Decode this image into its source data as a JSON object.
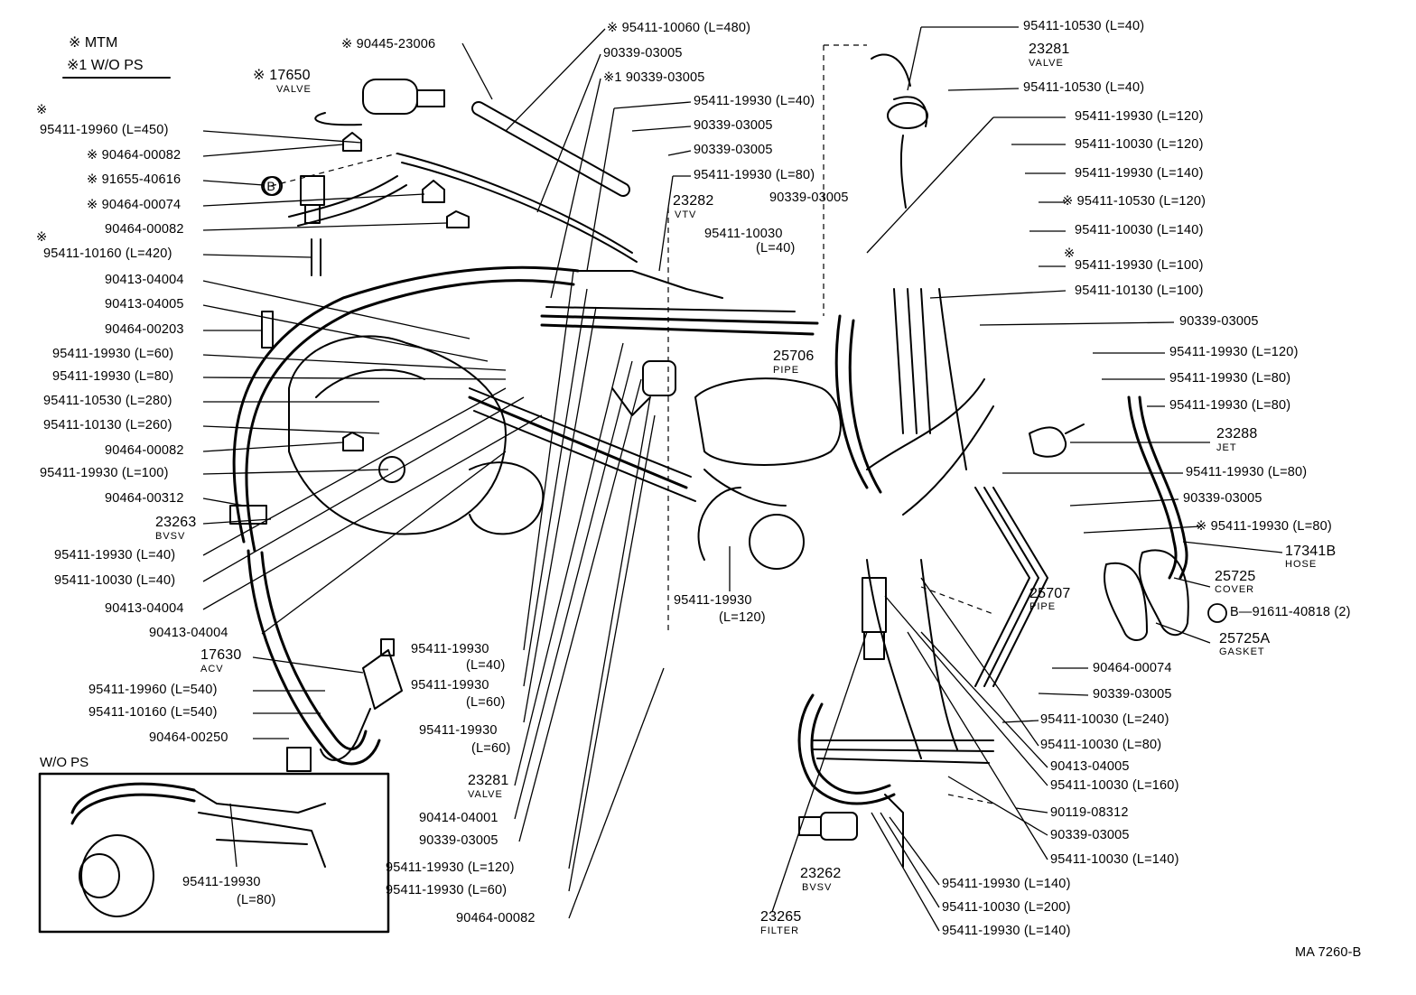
{
  "legend": {
    "mtm": "※  MTM",
    "wops": "※1  W/O PS"
  },
  "inset": {
    "title": "W/O PS",
    "part": "95411-19930",
    "length": "(L=80)"
  },
  "footer": {
    "ref": "MA 7260-B"
  },
  "b_marker": "B",
  "labels": [
    {
      "id": "l01",
      "text": "※ 95411-10060 (L=480)"
    },
    {
      "id": "l02",
      "text": "※ 90445-23006"
    },
    {
      "id": "l03",
      "text": "90339-03005"
    },
    {
      "id": "l04",
      "text": "※1 90339-03005"
    },
    {
      "id": "l05",
      "text": "95411-19930 (L=40)"
    },
    {
      "id": "l06",
      "text": "90339-03005"
    },
    {
      "id": "l07",
      "text": "90339-03005"
    },
    {
      "id": "l08",
      "text": "95411-19930 (L=80)"
    },
    {
      "id": "l09",
      "text": "90339-03005"
    },
    {
      "id": "l10",
      "text": "95411-10030"
    },
    {
      "id": "l11",
      "text": "(L=40)"
    },
    {
      "id": "l12",
      "text": "95411-10530 (L=40)"
    },
    {
      "id": "l13",
      "text": "95411-10530 (L=40)"
    },
    {
      "id": "l14",
      "text": "95411-19930 (L=120)"
    },
    {
      "id": "l15",
      "text": "95411-10030 (L=120)"
    },
    {
      "id": "l16",
      "text": "95411-19930 (L=140)"
    },
    {
      "id": "l17",
      "text": "※ 95411-10530 (L=120)"
    },
    {
      "id": "l18",
      "text": "95411-10030 (L=140)"
    },
    {
      "id": "l19",
      "text": "※"
    },
    {
      "id": "l20",
      "text": "95411-19930 (L=100)"
    },
    {
      "id": "l21",
      "text": "95411-10130 (L=100)"
    },
    {
      "id": "l22",
      "text": "90339-03005"
    },
    {
      "id": "l23",
      "text": "95411-19930 (L=120)"
    },
    {
      "id": "l24",
      "text": "95411-19930 (L=80)"
    },
    {
      "id": "l25",
      "text": "95411-19930 (L=80)"
    },
    {
      "id": "l26",
      "text": "95411-19930 (L=80)"
    },
    {
      "id": "l27",
      "text": "90339-03005"
    },
    {
      "id": "l28",
      "text": "※ 95411-19930 (L=80)"
    },
    {
      "id": "l29",
      "text": "B—91611-40818 (2)"
    },
    {
      "id": "l30",
      "text": "90464-00074"
    },
    {
      "id": "l31",
      "text": "90339-03005"
    },
    {
      "id": "l32",
      "text": "95411-10030 (L=240)"
    },
    {
      "id": "l33",
      "text": "95411-10030 (L=80)"
    },
    {
      "id": "l34",
      "text": "90413-04005"
    },
    {
      "id": "l35",
      "text": "95411-10030 (L=160)"
    },
    {
      "id": "l36",
      "text": "90119-08312"
    },
    {
      "id": "l37",
      "text": "90339-03005"
    },
    {
      "id": "l38",
      "text": "95411-10030 (L=140)"
    },
    {
      "id": "l39",
      "text": "95411-19930 (L=140)"
    },
    {
      "id": "l40",
      "text": "95411-10030 (L=200)"
    },
    {
      "id": "l41",
      "text": "95411-19930 (L=140)"
    },
    {
      "id": "l42",
      "text": "※"
    },
    {
      "id": "l43",
      "text": "95411-19960 (L=450)"
    },
    {
      "id": "l44",
      "text": "※ 90464-00082"
    },
    {
      "id": "l45",
      "text": "※ 91655-40616"
    },
    {
      "id": "l46",
      "text": "※ 90464-00074"
    },
    {
      "id": "l47",
      "text": "90464-00082"
    },
    {
      "id": "l48",
      "text": "※"
    },
    {
      "id": "l49",
      "text": "95411-10160 (L=420)"
    },
    {
      "id": "l50",
      "text": "90413-04004"
    },
    {
      "id": "l51",
      "text": "90413-04005"
    },
    {
      "id": "l52",
      "text": "90464-00203"
    },
    {
      "id": "l53",
      "text": "95411-19930 (L=60)"
    },
    {
      "id": "l54",
      "text": "95411-19930 (L=80)"
    },
    {
      "id": "l55",
      "text": "95411-10530 (L=280)"
    },
    {
      "id": "l56",
      "text": "95411-10130 (L=260)"
    },
    {
      "id": "l57",
      "text": "90464-00082"
    },
    {
      "id": "l58",
      "text": "95411-19930 (L=100)"
    },
    {
      "id": "l59",
      "text": "90464-00312"
    },
    {
      "id": "l60",
      "text": "95411-19930 (L=40)"
    },
    {
      "id": "l61",
      "text": "95411-10030 (L=40)"
    },
    {
      "id": "l62",
      "text": "90413-04004"
    },
    {
      "id": "l63",
      "text": "90413-04004"
    },
    {
      "id": "l64",
      "text": "95411-19960 (L=540)"
    },
    {
      "id": "l65",
      "text": "95411-10160 (L=540)"
    },
    {
      "id": "l66",
      "text": "90464-00250"
    },
    {
      "id": "l67",
      "text": "95411-19930"
    },
    {
      "id": "l68",
      "text": "(L=40)"
    },
    {
      "id": "l69",
      "text": "95411-19930"
    },
    {
      "id": "l70",
      "text": "(L=60)"
    },
    {
      "id": "l71",
      "text": "95411-19930"
    },
    {
      "id": "l72",
      "text": "(L=60)"
    },
    {
      "id": "l73",
      "text": "90414-04001"
    },
    {
      "id": "l74",
      "text": "90339-03005"
    },
    {
      "id": "l75",
      "text": "95411-19930 (L=120)"
    },
    {
      "id": "l76",
      "text": "95411-19930 (L=60)"
    },
    {
      "id": "l77",
      "text": "90464-00082"
    },
    {
      "id": "l78",
      "text": "95411-19930"
    },
    {
      "id": "l79",
      "text": "(L=120)"
    }
  ],
  "named_parts": [
    {
      "id": "p1",
      "number": "※ 17650",
      "name": "VALVE"
    },
    {
      "id": "p2",
      "number": "23281",
      "name": "VALVE"
    },
    {
      "id": "p3",
      "number": "23282",
      "name": "VTV"
    },
    {
      "id": "p4",
      "number": "25706",
      "name": "PIPE"
    },
    {
      "id": "p5",
      "number": "23288",
      "name": "JET"
    },
    {
      "id": "p6",
      "number": "17341B",
      "name": "HOSE"
    },
    {
      "id": "p7",
      "number": "25725",
      "name": "COVER"
    },
    {
      "id": "p8",
      "number": "25707",
      "name": "PIPE"
    },
    {
      "id": "p9",
      "number": "25725A",
      "name": "GASKET"
    },
    {
      "id": "p10",
      "number": "23263",
      "name": "BVSV"
    },
    {
      "id": "p11",
      "number": "17630",
      "name": "ACV"
    },
    {
      "id": "p12",
      "number": "23281",
      "name": "VALVE"
    },
    {
      "id": "p13",
      "number": "23262",
      "name": "BVSV"
    },
    {
      "id": "p14",
      "number": "23265",
      "name": "FILTER"
    }
  ]
}
